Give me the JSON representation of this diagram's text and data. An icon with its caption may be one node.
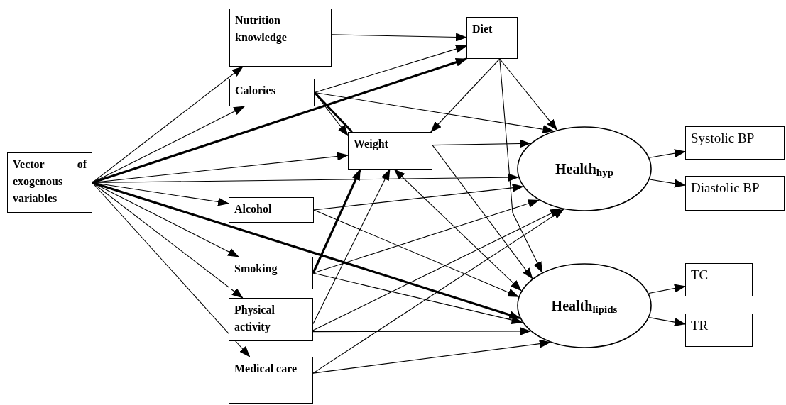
{
  "diagram": {
    "nodes": [
      {
        "text": [
          "Vector of exogenous variables"
        ]
      },
      {
        "text": [
          "Nutrition knowledge"
        ]
      },
      {
        "text": [
          "Calories"
        ]
      },
      {
        "text": [
          "Diet"
        ]
      },
      {
        "text": [
          "Weight"
        ]
      },
      {
        "text": [
          "Alcohol"
        ]
      },
      {
        "text": [
          "Smoking"
        ]
      },
      {
        "text": [
          "Physical activity"
        ]
      },
      {
        "text": [
          "Medical care"
        ]
      },
      {
        "text": [
          "Health$_{hyp}$"
        ]
      },
      {
        "text": [
          "Systolic BP"
        ]
      },
      {
        "text": [
          "Diastolic BP"
        ]
      },
      {
        "text": [
          "Health$_{lipids}$"
        ]
      },
      {
        "text": [
          "TC"
        ]
      },
      {
        "text": [
          "TR"
        ]
      }
    ],
    "edges": [
      {
        "from": 0,
        "to": 1,
        "arrow": "to"
      },
      {
        "from": 0,
        "to": 2,
        "arrow": "to"
      },
      {
        "from": 0,
        "to": 3,
        "arrow": "to",
        "style": "thick"
      },
      {
        "from": 0,
        "to": 4,
        "arrow": "to"
      },
      {
        "from": 0,
        "to": 9,
        "arrow": "to"
      },
      {
        "from": 0,
        "to": 5,
        "arrow": "to"
      },
      {
        "from": 0,
        "to": 6,
        "arrow": "to"
      },
      {
        "from": 0,
        "to": 7,
        "arrow": "to"
      },
      {
        "from": 0,
        "to": 8,
        "arrow": "to"
      },
      {
        "from": 0,
        "to": 12,
        "arrow": "to",
        "style": "thick"
      },
      {
        "from": 1,
        "to": 3,
        "arrow": "to"
      },
      {
        "from": 2,
        "to": 3,
        "arrow": "to"
      },
      {
        "from": 2,
        "to": 9,
        "arrow": "to"
      },
      {
        "from": 2,
        "to": 4,
        "arrow": "to"
      },
      {
        "from": 2,
        "to": 4,
        "arrow": "none",
        "style": "thick"
      },
      {
        "from": 3,
        "to": 9,
        "arrow": "to"
      },
      {
        "from": 3,
        "to": 4,
        "arrow": "to"
      },
      {
        "from": 3,
        "to": 12,
        "arrow": "to"
      },
      {
        "from": 4,
        "to": 9,
        "arrow": "to"
      },
      {
        "from": 4,
        "to": 12,
        "arrow": "to"
      },
      {
        "from": 4,
        "to": 12,
        "arrow": "both"
      },
      {
        "from": 5,
        "to": 9,
        "arrow": "to"
      },
      {
        "from": 5,
        "to": 12,
        "arrow": "to"
      },
      {
        "from": 6,
        "to": 4,
        "arrow": "to",
        "style": "thick"
      },
      {
        "from": 6,
        "to": 9,
        "arrow": "to"
      },
      {
        "from": 6,
        "to": 12,
        "arrow": "to"
      },
      {
        "from": 7,
        "to": 4,
        "arrow": "to"
      },
      {
        "from": 7,
        "to": 9,
        "arrow": "to"
      },
      {
        "from": 7,
        "to": 12,
        "arrow": "to"
      },
      {
        "from": 8,
        "to": 9,
        "arrow": "to"
      },
      {
        "from": 8,
        "to": 12,
        "arrow": "to"
      },
      {
        "from": 9,
        "to": 10,
        "arrow": "to"
      },
      {
        "from": 9,
        "to": 11,
        "arrow": "to"
      },
      {
        "from": 12,
        "to": 13,
        "arrow": "to"
      },
      {
        "from": 12,
        "to": 14,
        "arrow": "to"
      }
    ]
  }
}
